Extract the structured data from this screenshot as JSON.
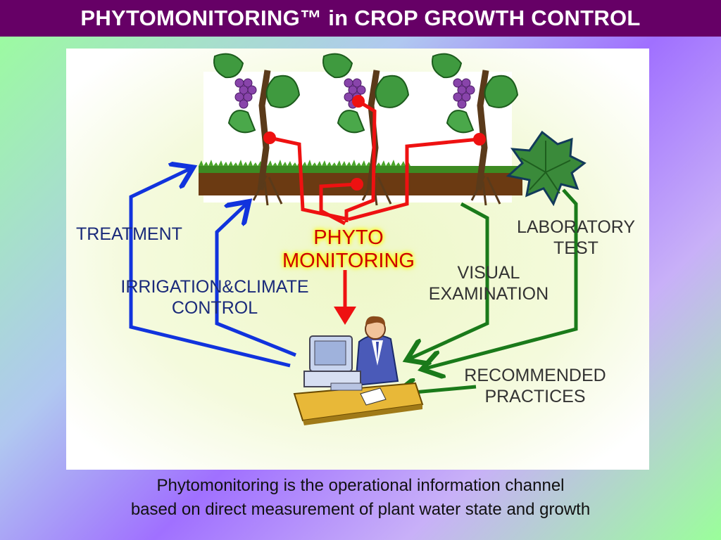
{
  "title": "PHYTOMONITORING™ in CROP GROWTH CONTROL",
  "labels": {
    "treatment": "TREATMENT",
    "irrigation_line1": "IRRIGATION&CLIMATE",
    "irrigation_line2": "CONTROL",
    "phyto_line1": "PHYTO",
    "phyto_line2": "MONITORING",
    "laboratory_line1": "LABORATORY",
    "laboratory_line2": "TEST",
    "visual_line1": "VISUAL",
    "visual_line2": "EXAMINATION",
    "recommended_line1": "RECOMMENDED",
    "recommended_line2": "PRACTICES"
  },
  "caption": {
    "line1": "Phytomonitoring is the operational information channel",
    "line2": "based on direct measurement of plant water state and growth"
  },
  "colors": {
    "title_bg": "#660066",
    "phyto_arrows": "#ee1111",
    "treatment_arrows": "#1133dd",
    "examination_arrows": "#1a7a1a"
  }
}
